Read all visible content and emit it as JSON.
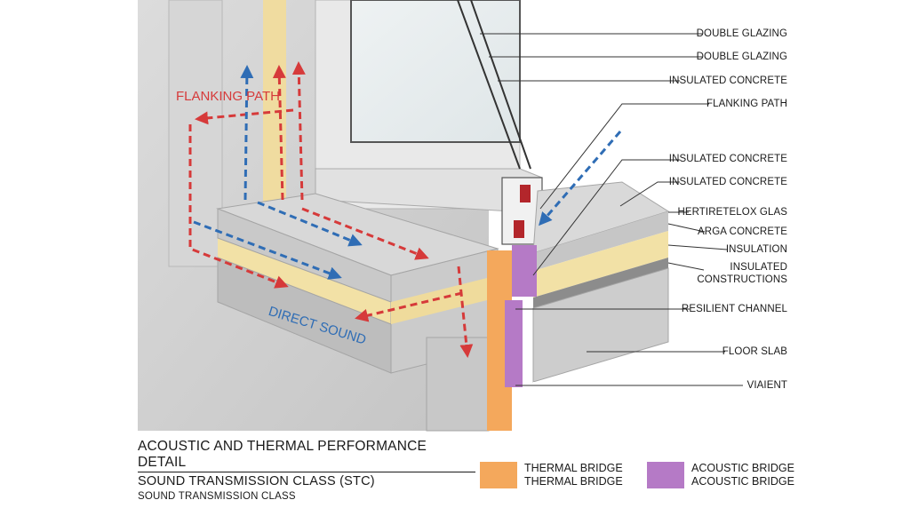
{
  "diagram": {
    "flanking_path_label": "FLANKING PATH",
    "direct_sound_label": "DIRECT SOUND"
  },
  "callouts": [
    "DOUBLE GLAZING",
    "DOUBLE GLAZING",
    "INSULATED CONCRETE",
    "FLANKING PATH",
    "INSULATED CONCRETE",
    "INSULATED CONCRETE",
    "HERTIRETELOX GLAS",
    "ARGA CONCRETE",
    "INSULATION",
    "INSULATED\nCONSTRUCTIONS",
    "RESILIENT CHANNEL",
    "FLOOR SLAB",
    "VIAIENT"
  ],
  "caption": {
    "title": "ACOUSTIC AND THERMAL PERFORMANCE DETAIL",
    "subtitle": "SOUND TRANSMISSION CLASS (STC)",
    "subnote": "SOUND TRANSMISSION CLASS"
  },
  "legend": {
    "thermal": {
      "line1": "THERMAL BRIDGE",
      "line2": "THERMAL BRIDGE",
      "color": "#f4a85c"
    },
    "acoustic": {
      "line1": "ACOUSTIC BRIDGE",
      "line2": "ACOUSTIC BRIDGE",
      "color": "#b57ac6"
    }
  },
  "colors": {
    "flanking_arrow": "#d63a3a",
    "direct_arrow": "#2f6db5",
    "insulation": "#f2e1a6",
    "concrete": "#cfcfcf"
  }
}
